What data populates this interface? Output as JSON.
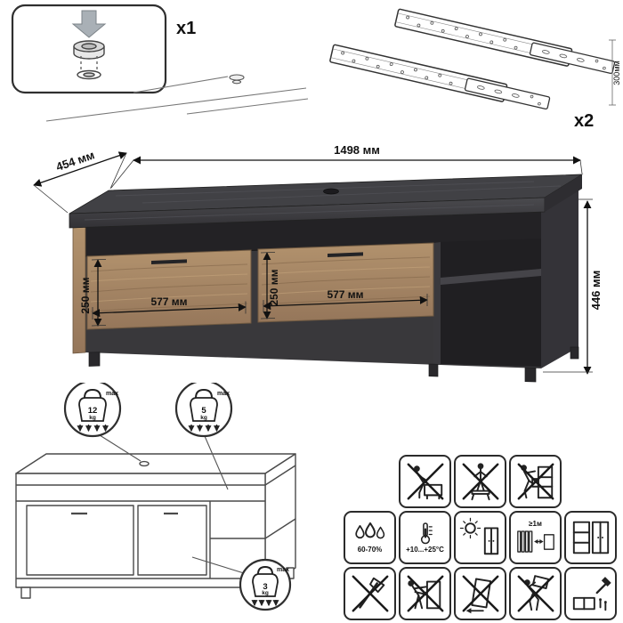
{
  "hardware": {
    "foot": {
      "quantity": "x1"
    },
    "slides": {
      "quantity": "x2",
      "length": "300мм"
    }
  },
  "dimensions": {
    "width": "1498 мм",
    "depth": "454 мм",
    "height": "446 мм",
    "drawer_height": "250 мм",
    "drawer_width": "577 мм"
  },
  "load_limits": {
    "top": {
      "value": "12",
      "unit": "kg",
      "note": "max"
    },
    "niche": {
      "value": "5",
      "unit": "kg",
      "note": "max"
    },
    "drawer": {
      "value": "3",
      "unit": "kg",
      "note": "max"
    }
  },
  "care": {
    "humidity": "60-70%",
    "temperature": "+10...+25°C",
    "heat_distance": "≥1м"
  },
  "colors": {
    "dark_wood": "#3b3a3d",
    "light_wood": "#a5835f",
    "outline": "#1b1b1b"
  },
  "icons": {
    "row1": [
      "no-sitting-icon",
      "no-standing-icon",
      "no-climbing-icon"
    ],
    "row2": [
      "humidity-icon",
      "temperature-icon",
      "no-direct-sunlight-icon",
      "heat-source-distance-icon",
      "wardrobe-icon"
    ],
    "row3": [
      "no-axe-icon",
      "no-pushing-icon",
      "no-dragging-icon",
      "no-carrying-alone-icon",
      "assembly-tools-icon"
    ]
  }
}
